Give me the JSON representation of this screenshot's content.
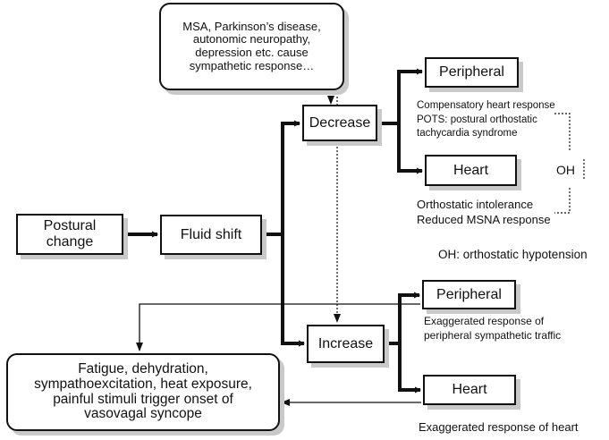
{
  "nodes": {
    "cause": "MSA, Parkinson’s disease, autonomic neuropathy, depression etc. cause sympathetic response…",
    "postural_change": "Postural change",
    "fluid_shift": "Fluid shift",
    "decrease": "Decrease",
    "increase": "Increase",
    "peripheral_top": "Peripheral",
    "heart_top": "Heart",
    "peripheral_bottom": "Peripheral",
    "heart_bottom": "Heart",
    "syncope": "Fatigue, dehydration, sympathoexcitation, heat exposure, painful stimuli trigger onset of vasovagal syncope"
  },
  "annotations": {
    "compensatory": "Compensatory heart response",
    "pots": "POTS: postural orthostatic tachycardia syndrome",
    "oh_label": "OH",
    "intolerance": "Orthostatic intolerance",
    "msna": "Reduced MSNA response",
    "oh_definition": "OH: orthostatic hypotension",
    "exaggerated_peripheral": "Exaggerated response of peripheral sympathetic traffic",
    "exaggerated_heart": "Exaggerated response of heart"
  }
}
